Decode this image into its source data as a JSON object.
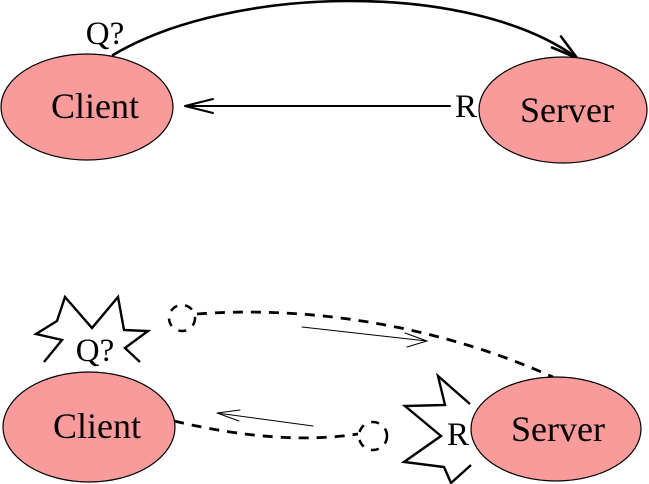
{
  "colors": {
    "node_fill": "#fa9b9b",
    "line": "#000000"
  },
  "top_panel": {
    "client_label": "Client",
    "server_label": "Server",
    "query_label": "Q?",
    "reply_label": "R"
  },
  "bottom_panel": {
    "client_label": "Client",
    "server_label": "Server",
    "query_label": "Q?",
    "reply_label": "R"
  }
}
